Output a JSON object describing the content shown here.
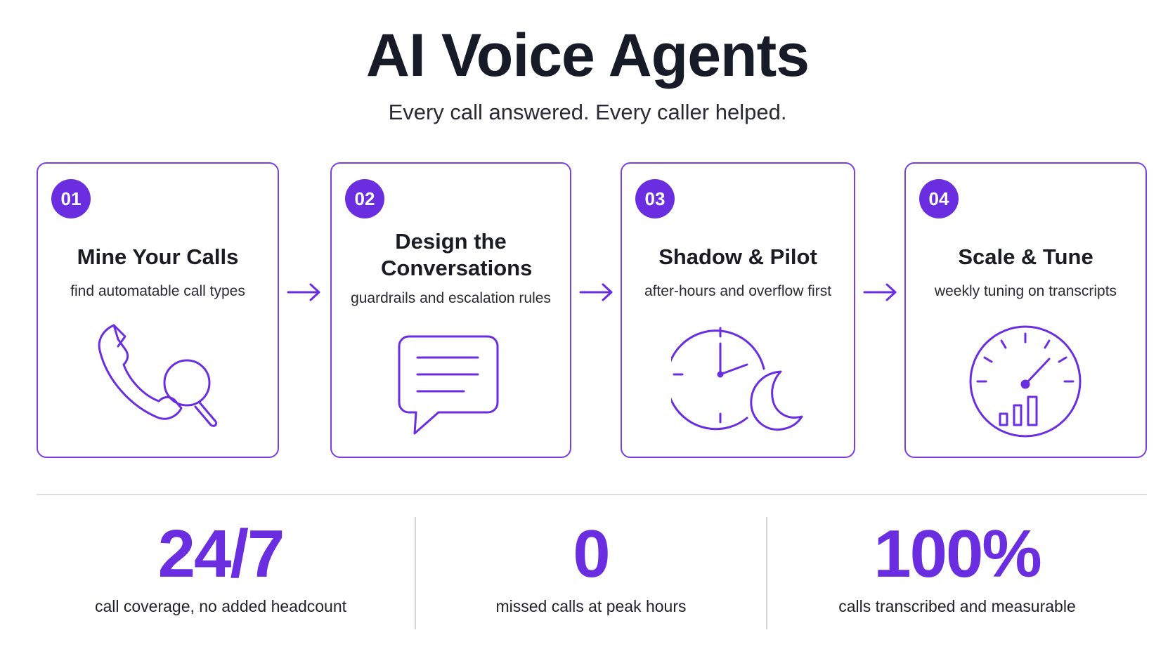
{
  "header": {
    "title": "AI Voice Agents",
    "subtitle": "Every call answered. Every caller helped."
  },
  "steps": [
    {
      "number": "01",
      "title": "Mine Your Calls",
      "description": "find automatable call types",
      "icon": "phone-search-icon"
    },
    {
      "number": "02",
      "title": "Design the Conversations",
      "description": "guardrails and escalation rules",
      "icon": "chat-bubble-icon"
    },
    {
      "number": "03",
      "title": "Shadow & Pilot",
      "description": "after-hours and overflow first",
      "icon": "clock-moon-icon"
    },
    {
      "number": "04",
      "title": "Scale & Tune",
      "description": "weekly tuning on transcripts",
      "icon": "gauge-chart-icon"
    }
  ],
  "stats": [
    {
      "value": "24/7",
      "label": "call coverage, no added headcount"
    },
    {
      "value": "0",
      "label": "missed calls at peak hours"
    },
    {
      "value": "100%",
      "label": "calls transcribed and measurable"
    }
  ],
  "colors": {
    "accent": "#6a2ee0",
    "card_border": "#7a3fe0",
    "title": "#171b28"
  }
}
